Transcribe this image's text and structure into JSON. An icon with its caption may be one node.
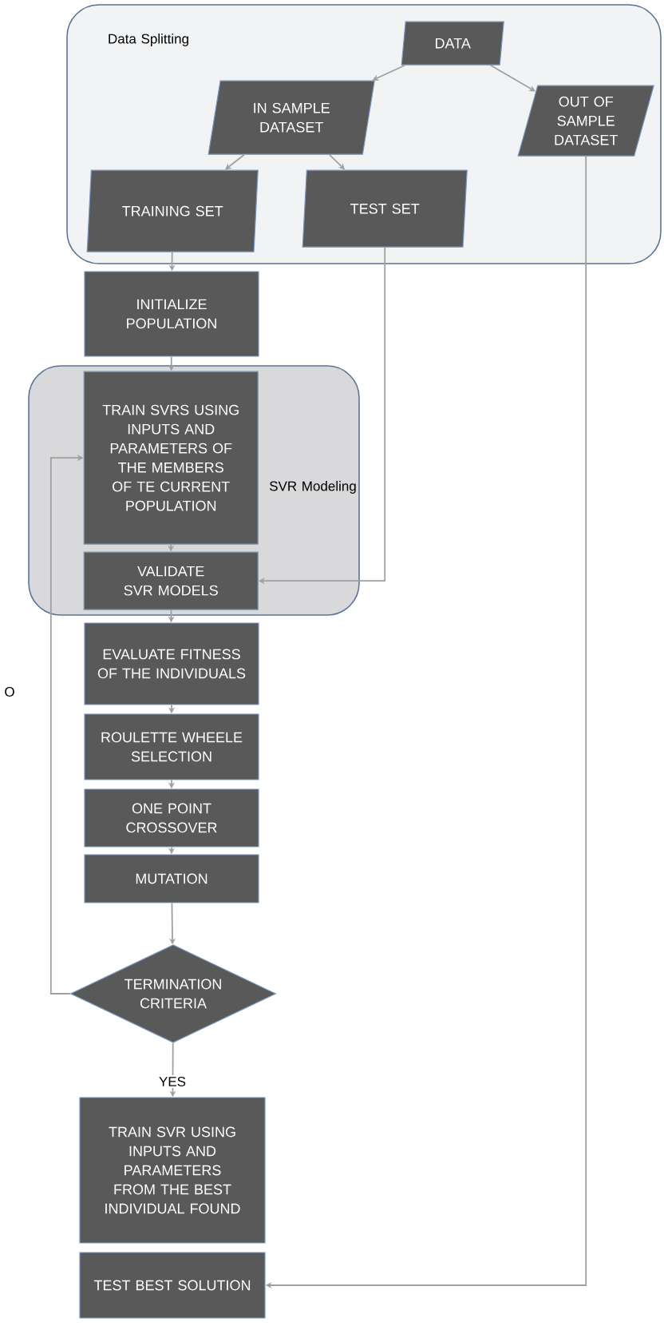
{
  "diagram": {
    "nodes": [
      {
        "text": [
          "Data Splitting"
        ]
      },
      {
        "text": [
          "DATA"
        ],
        "in": 0
      },
      {
        "text": [
          "IN SAMPLE DATASET"
        ],
        "in": 0
      },
      {
        "text": [
          "OUT OF SAMPLE DATASET"
        ],
        "in": 0
      },
      {
        "text": [
          "TRAINING SET"
        ],
        "in": 0
      },
      {
        "text": [
          "TEST SET"
        ],
        "in": 0
      },
      {
        "text": [
          "INITIALIZE POPULATION"
        ]
      },
      {
        "text": [
          "SVR Modeling"
        ]
      },
      {
        "text": [
          "TRAIN SVRS USING INPUTS AND PARAMETERS OF THE MEMBERS OF TE CURRENT POPULATION"
        ],
        "in": 7
      },
      {
        "text": [
          "VALIDATE SVR MODELS"
        ],
        "in": 7
      },
      {
        "text": [
          "EVALUATE FITNESS OF THE INDIVIDUALS"
        ]
      },
      {
        "text": [
          "ROULETTE WHEELE SELECTION"
        ]
      },
      {
        "text": [
          "ONE POINT CROSSOVER"
        ]
      },
      {
        "text": [
          "MUTATION"
        ]
      },
      {
        "text": [
          "TERMINATION CRITERIA"
        ]
      },
      {
        "text": [
          "TRAIN SVR USING INPUTS AND PARAMETERS FROM THE BEST INDIVIDUAL FOUND"
        ]
      },
      {
        "text": [
          "TEST BEST SOLUTION"
        ]
      }
    ],
    "edges": [
      {
        "from": 1,
        "to": 2,
        "arrow": "to"
      },
      {
        "from": 1,
        "to": 3,
        "arrow": "to"
      },
      {
        "from": 2,
        "to": 4,
        "arrow": "to"
      },
      {
        "from": 2,
        "to": 5,
        "arrow": "to"
      },
      {
        "from": 4,
        "to": 6,
        "arrow": "to"
      },
      {
        "from": 6,
        "to": 8,
        "arrow": "to"
      },
      {
        "from": 8,
        "to": 9,
        "arrow": "to"
      },
      {
        "from": 5,
        "to": 9,
        "arrow": "to"
      },
      {
        "from": 9,
        "to": 10,
        "arrow": "to"
      },
      {
        "from": 10,
        "to": 11,
        "arrow": "to"
      },
      {
        "from": 11,
        "to": 12,
        "arrow": "to"
      },
      {
        "from": 12,
        "to": 13,
        "arrow": "to"
      },
      {
        "from": 13,
        "to": 14,
        "arrow": "to"
      },
      {
        "from": 14,
        "to": 8,
        "arrow": "to",
        "label": "O"
      },
      {
        "from": 14,
        "to": 15,
        "arrow": "to",
        "label": "YES"
      },
      {
        "from": 3,
        "to": 16,
        "arrow": "to"
      }
    ]
  }
}
